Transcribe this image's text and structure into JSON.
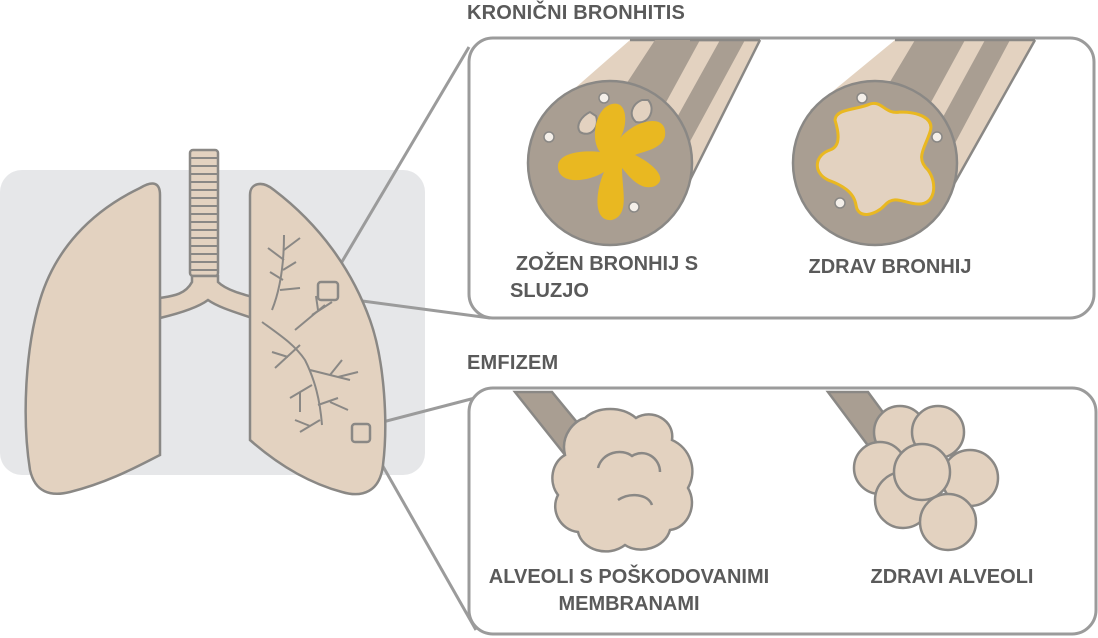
{
  "sections": {
    "bronchitis": {
      "title": "KRONIČNI BRONHITIS",
      "narrowed_label_line1": "ZOŽEN BRONHIJ S",
      "narrowed_label_line2": "SLUZJO",
      "healthy_label": "ZDRAV BRONHIJ"
    },
    "emphysema": {
      "title": "EMFIZEM",
      "damaged_label_line1": "ALVEOLI S POŠKODOVANIMI",
      "damaged_label_line2": "MEMBRANAMI",
      "healthy_label": "ZDRAVI ALVEOLI"
    }
  },
  "colors": {
    "background_panel": "#e6e7e9",
    "lung_fill": "#e3d2c0",
    "outline": "#8a8885",
    "bronchus_wall": "#a99e92",
    "mucus": "#e9b821",
    "frame_stroke": "#9b9b9b",
    "text": "#5a5a5a"
  }
}
